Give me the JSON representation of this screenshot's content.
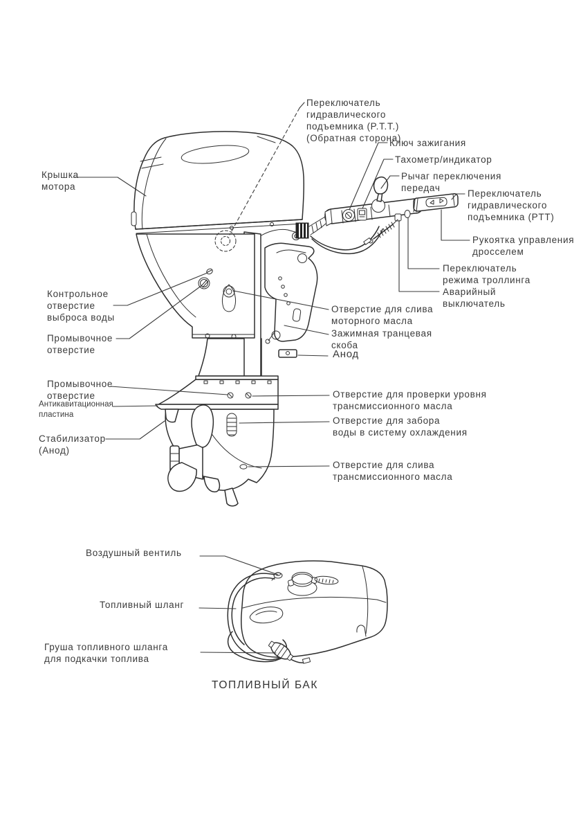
{
  "colors": {
    "background": "#ffffff",
    "line_art": "#2e2e2e",
    "label_text": "#3a3a3a"
  },
  "figures": {
    "motor": "outboard-motor-side-view",
    "fuel_tank": "portable-fuel-tank"
  },
  "labels": {
    "ptt_rear": {
      "lines": [
        "Переключатель",
        "гидравлического",
        "подъемника (P.T.T.)",
        "(Обратная сторона)"
      ]
    },
    "ignition_key": {
      "lines": [
        "Ключ зажигания"
      ]
    },
    "tachometer": {
      "lines": [
        "Тахометр/индикатор"
      ]
    },
    "shift_lever": {
      "lines": [
        "Рычаг переключения",
        "передач"
      ]
    },
    "ptt_switch": {
      "lines": [
        "Переключатель",
        "гидравлического",
        "подъемника (PTT)"
      ]
    },
    "throttle_grip": {
      "lines": [
        "Рукоятка управления",
        "дросселем"
      ]
    },
    "trolling_switch": {
      "lines": [
        "Переключатель",
        "режима троллинга"
      ]
    },
    "emergency_switch": {
      "lines": [
        "Аварийный",
        "выключатель"
      ]
    },
    "engine_oil_drain": {
      "lines": [
        "Отверстие для слива",
        "моторного масла"
      ]
    },
    "clamp_bracket": {
      "lines": [
        "Зажимная транцевая",
        "скоба"
      ]
    },
    "anode": {
      "lines": [
        "Анод"
      ]
    },
    "gear_oil_level": {
      "lines": [
        "Отверстие для проверки уровня",
        "трансмиссионного масла"
      ]
    },
    "water_intake": {
      "lines": [
        "Отверстие для забора",
        "воды в  систему охлаждения"
      ]
    },
    "gear_oil_drain": {
      "lines": [
        "Отверстие для слива",
        "трансмиссионного масла"
      ]
    },
    "motor_cover": {
      "lines": [
        "Крышка",
        "мотора"
      ]
    },
    "water_check": {
      "lines": [
        "Контрольное",
        "отверстие",
        "выброса воды"
      ]
    },
    "flush_upper": {
      "lines": [
        "Промывочное",
        "отверстие"
      ]
    },
    "flush_lower": {
      "lines": [
        "Промывочное",
        "отверстие"
      ]
    },
    "anticavitation": {
      "lines": [
        "Антикавитационная",
        "пластина"
      ]
    },
    "stabilizer": {
      "lines": [
        "Стабилизатор",
        "(Анод)"
      ]
    },
    "air_vent": {
      "lines": [
        "Воздушный вентиль"
      ]
    },
    "fuel_hose": {
      "lines": [
        "Топливный шланг"
      ]
    },
    "primer_bulb": {
      "lines": [
        "Груша топливного шланга",
        "для подкачки топлива"
      ]
    },
    "tank_caption": "ТОПЛИВНЫЙ БАК"
  }
}
